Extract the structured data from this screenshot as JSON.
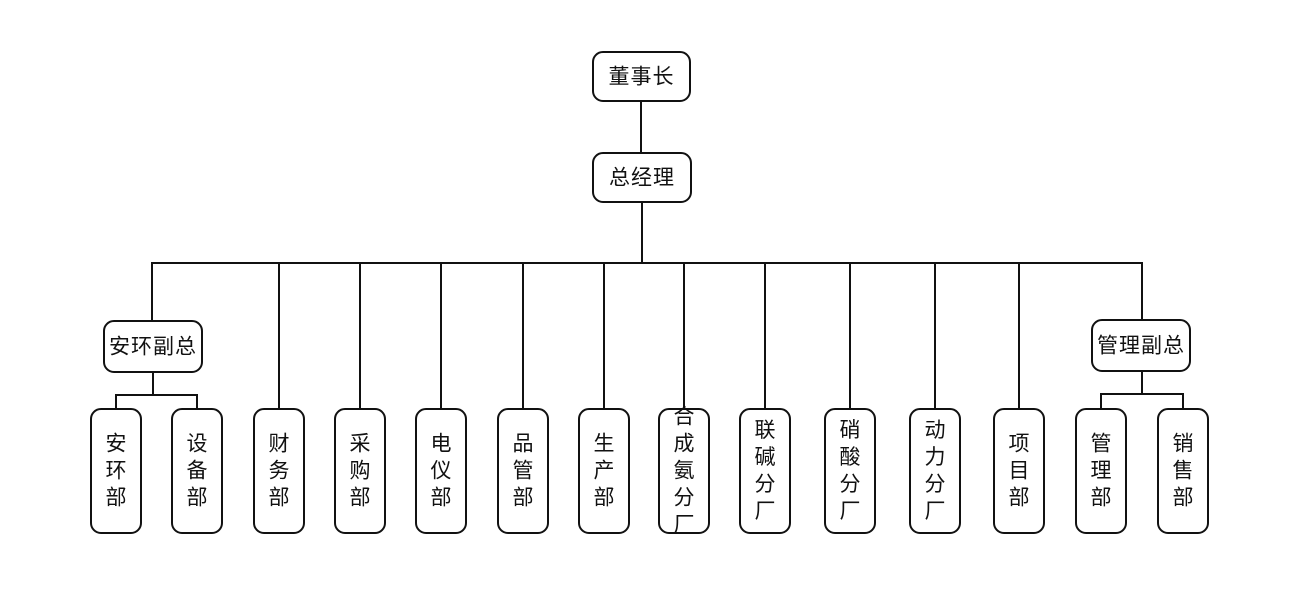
{
  "colors": {
    "background": "#ffffff",
    "node_fill": "#ffffff",
    "node_border": "#111111",
    "connector": "#111111"
  },
  "org_chart": {
    "chairman": "董事长",
    "general_manager": "总经理",
    "vp_left": "安环副总",
    "vp_right": "管理副总",
    "vp_left_children": [
      "安环部",
      "设备部"
    ],
    "bus_departments": [
      "财务部",
      "采购部",
      "电仪部",
      "品管部",
      "生产部",
      "合成氨分厂",
      "联碱分厂",
      "硝酸分厂",
      "动力分厂",
      "项目部"
    ],
    "vp_right_children": [
      "管理部",
      "销售部"
    ]
  }
}
